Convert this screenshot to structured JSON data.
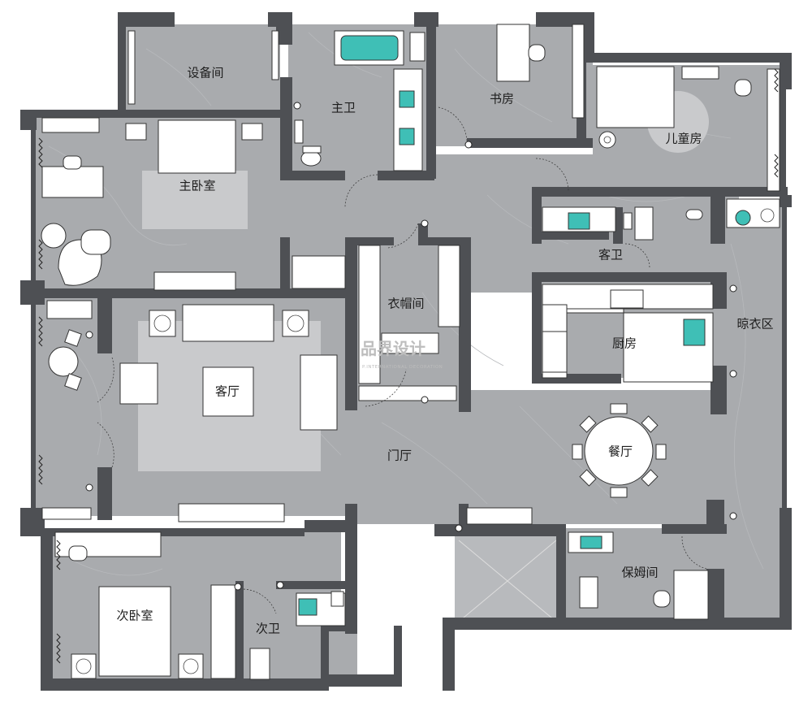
{
  "plan": {
    "rooms": {
      "equipment_room": "设备间",
      "master_bath": "主卫",
      "study": "书房",
      "kids_room": "儿童房",
      "master_bedroom": "主卧室",
      "guest_bath": "客卫",
      "cloakroom": "衣帽间",
      "drying_area": "晾衣区",
      "kitchen": "厨房",
      "living_room": "客厅",
      "foyer": "门厅",
      "dining": "餐厅",
      "second_bedroom": "次卧室",
      "second_bath": "次卫",
      "nanny_room": "保姆间"
    },
    "watermark": {
      "brand": "品界设计",
      "subtitle": "P.INTERNATIONAL DECORATION"
    },
    "colors": {
      "wall": "#4e5054",
      "floor": "#a9abae",
      "rug": "#c9cacc",
      "fixture_accent": "#3fbfb6"
    }
  }
}
